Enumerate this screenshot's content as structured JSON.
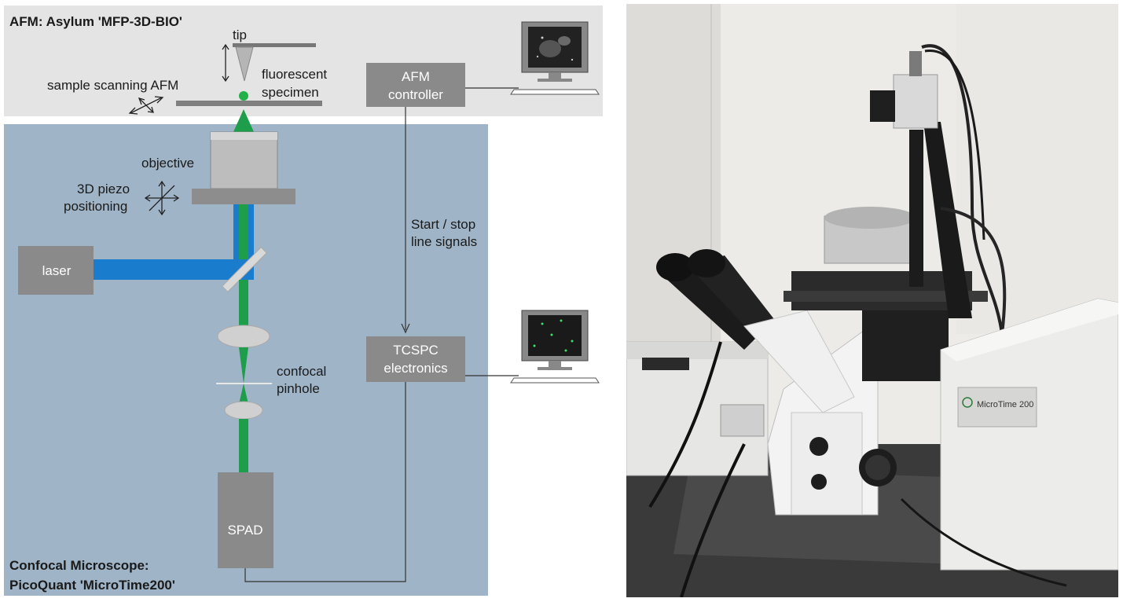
{
  "afm": {
    "title": "AFM: Asylum 'MFP-3D-BIO'",
    "tip_label": "tip",
    "scan_label": "sample scanning AFM",
    "specimen_line1": "fluorescent",
    "specimen_line2": "specimen",
    "controller_line1": "AFM",
    "controller_line2": "controller"
  },
  "confocal": {
    "title_line1": "Confocal Microscope:",
    "title_line2": "PicoQuant 'MicroTime200'",
    "objective_label": "objective",
    "piezo_line1": "3D piezo",
    "piezo_line2": "positioning",
    "laser_label": "laser",
    "pinhole_line1": "confocal",
    "pinhole_line2": "pinhole",
    "spad_label": "SPAD",
    "tcspc_line1": "TCSPC",
    "tcspc_line2": "electronics",
    "signals_line1": "Start / stop",
    "signals_line2": "line signals"
  },
  "photo": {
    "device_label": "MicroTime 200"
  },
  "colors": {
    "afm_bg": "#e4e4e4",
    "confocal_bg": "#9fb4c7",
    "box_gray": "#8a8a8a",
    "laser_blue": "#1a7ccc",
    "emission_green": "#1e9e4a"
  }
}
